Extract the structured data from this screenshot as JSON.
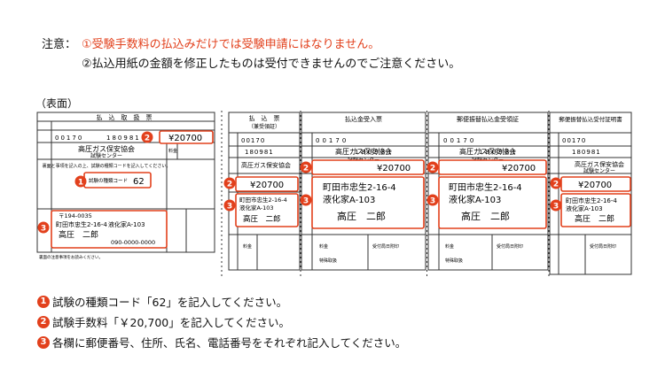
{
  "notice": {
    "label": "注意：",
    "line1": "①受験手数料の払込みだけでは受験申請にはなりません。",
    "line2": "②払込用紙の金額を修正したものは受付できませんのでご注意ください。"
  },
  "side_label": "（表面）",
  "form": {
    "head_main": "払　込　取　扱　票",
    "head_receipt": "払　込　票",
    "head_receipt_sub": "（兼受領証）",
    "head_cert": "払込金受入票",
    "head_report": "郵便振替払込金受領証",
    "head_cert2": "郵便振替払込受付証明書",
    "account_prefix": "00170",
    "account_no": "180981",
    "amount": "¥20700",
    "payee_line1": "高圧ガス保安協会",
    "payee_line2": "試験センター",
    "instruction": "裏面と事項を記入の上、試験の種類コードを記入してください。",
    "code_label": "試験の種類コード",
    "code_value": "62",
    "postal": "〒194-0035",
    "address1": "町田市忠生2-16-4",
    "address2": "液化家A-103",
    "name": "高圧　二郎",
    "phone": "090-0000-0000",
    "footer_note": "裏面の注意事項をお読みください。",
    "bank_stamp": "受付局日附印",
    "col_labels": [
      "料金",
      "備考",
      "特殊取扱"
    ]
  },
  "badges": {
    "one": "1",
    "two": "2",
    "three": "3"
  },
  "legend": {
    "item1": "試験の種類コード「62」を記入してください。",
    "item2": "試験手数料「￥20,700」を記入してください。",
    "item3": "各欄に郵便番号、住所、氏名、電話番号をそれぞれ記入してください。"
  },
  "colors": {
    "accent": "#e2401c",
    "line": "#333333"
  }
}
